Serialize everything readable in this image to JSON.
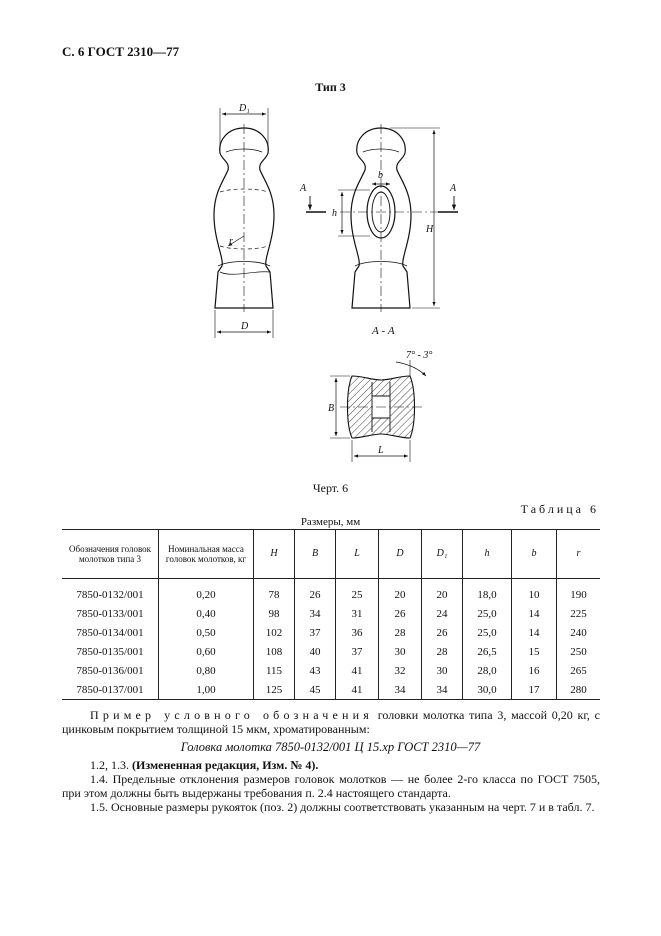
{
  "header": {
    "text": "С. 6 ГОСТ 2310—77"
  },
  "figure": {
    "type_label": "Тип 3",
    "caption": "Черт. 6",
    "labels": {
      "d1": "D₁",
      "d": "D",
      "r": "r",
      "b": "b",
      "h_small": "h",
      "h_big": "H",
      "a_left": "A",
      "a_right": "A",
      "section": "А - А",
      "angle": "7° - 3°",
      "b_big": "B",
      "l": "L"
    }
  },
  "table": {
    "label": "Таблица 6",
    "units": "Размеры, мм",
    "headers": {
      "designation": "Обозначения головок молотков типа 3",
      "mass": "Номинальная масса головок молотков, кг",
      "H": "H",
      "B": "B",
      "L": "L",
      "D": "D",
      "D1": "D₁",
      "h": "h",
      "b": "b",
      "r": "r"
    },
    "rows": [
      {
        "designation": "7850-0132/001",
        "mass": "0,20",
        "H": "78",
        "B": "26",
        "L": "25",
        "D": "20",
        "D1": "20",
        "h": "18,0",
        "b": "10",
        "r": "190"
      },
      {
        "designation": "7850-0133/001",
        "mass": "0,40",
        "H": "98",
        "B": "34",
        "L": "31",
        "D": "26",
        "D1": "24",
        "h": "25,0",
        "b": "14",
        "r": "225"
      },
      {
        "designation": "7850-0134/001",
        "mass": "0,50",
        "H": "102",
        "B": "37",
        "L": "36",
        "D": "28",
        "D1": "26",
        "h": "25,0",
        "b": "14",
        "r": "240"
      },
      {
        "designation": "7850-0135/001",
        "mass": "0,60",
        "H": "108",
        "B": "40",
        "L": "37",
        "D": "30",
        "D1": "28",
        "h": "26,5",
        "b": "15",
        "r": "250"
      },
      {
        "designation": "7850-0136/001",
        "mass": "0,80",
        "H": "115",
        "B": "43",
        "L": "41",
        "D": "32",
        "D1": "30",
        "h": "28,0",
        "b": "16",
        "r": "265"
      },
      {
        "designation": "7850-0137/001",
        "mass": "1,00",
        "H": "125",
        "B": "45",
        "L": "41",
        "D": "34",
        "D1": "34",
        "h": "30,0",
        "b": "17",
        "r": "280"
      }
    ]
  },
  "text": {
    "example_spaced": "Пример условного обозначения",
    "example_rest": " головки молотка типа 3, массой 0,20 кг, с цинковым покрытием толщиной 15 мкм, хроматированным:",
    "example_designation": "Головка молотка 7850-0132/001 Ц 15.хр ГОСТ 2310—77",
    "p12_prefix": "1.2, 1.3. ",
    "p12_bold": "(Измененная редакция, Изм. № 4).",
    "p14": "1.4. Предельные отклонения размеров головок молотков — не более 2-го класса по ГОСТ 7505, при этом должны быть выдержаны требования п. 2.4 настоящего стандарта.",
    "p15": "1.5. Основные размеры рукояток (поз. 2) должны соответствовать указанным на черт. 7 и в табл. 7."
  }
}
